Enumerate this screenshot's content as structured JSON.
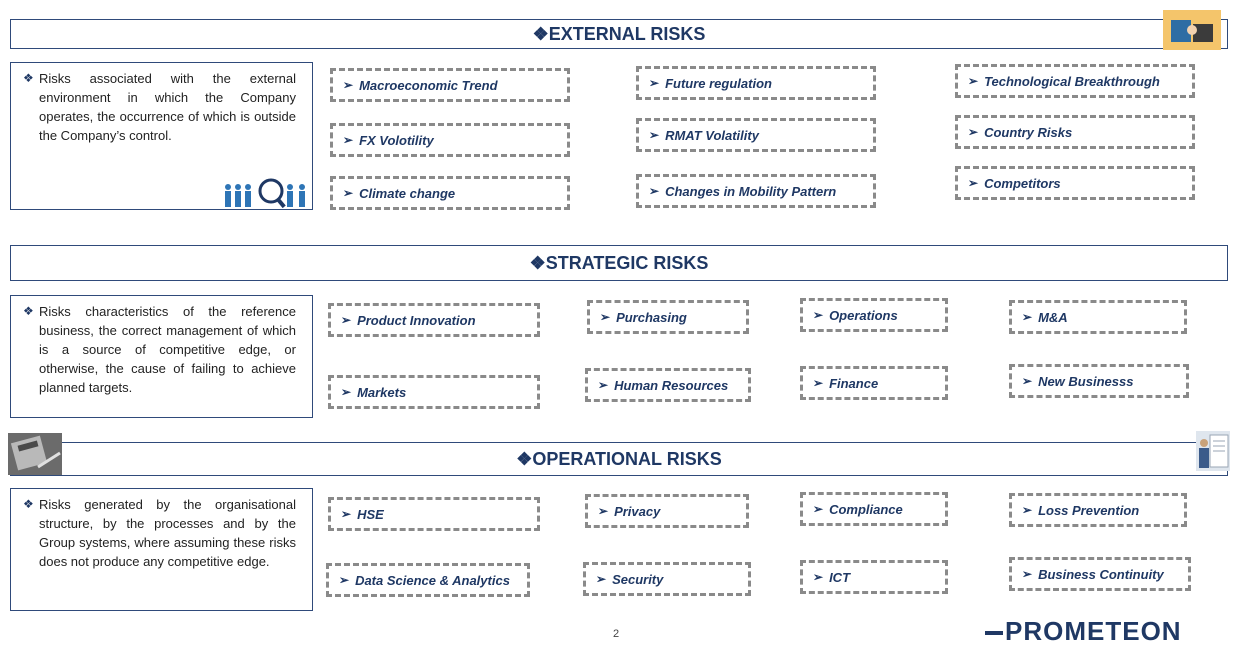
{
  "sections": {
    "external": {
      "title": "❖EXTERNAL RISKS",
      "description": "Risks associated with the external environment in which the Company operates, the occurrence of which is outside the Company’s control.",
      "items": [
        "Macroeconomic Trend",
        "Future regulation",
        "Technological Breakthrough",
        "FX Volotility",
        "RMAT Volatility",
        "Country Risks",
        "Climate change",
        "Changes in Mobility Pattern",
        "Competitors"
      ]
    },
    "strategic": {
      "title": "❖STRATEGIC RISKS",
      "description": "Risks characteristics of the reference business, the correct management of which is a source of competitive edge, or otherwise, the cause of failing to achieve planned targets.",
      "items": [
        "Product Innovation",
        "Purchasing",
        "Operations",
        "M&A",
        "Markets",
        "Human Resources",
        "Finance",
        "New Businesss"
      ]
    },
    "operational": {
      "title": "❖OPERATIONAL  RISKS",
      "description": "Risks generated by the organisational structure, by the processes and by the Group systems, where assuming these risks does not produce any competitive edge.",
      "items": [
        "HSE",
        "Privacy",
        "Compliance",
        "Loss Prevention",
        "Data Science & Analytics",
        "Security",
        "ICT",
        "Business Continuity"
      ]
    }
  },
  "bullet_symbol": "❖",
  "arrow_symbol": "➢",
  "page_number": "2",
  "logo_text": "PROMETEON",
  "icons": [
    "handshake-icon",
    "magnifier-people-icon",
    "calculator-icon",
    "document-person-icon"
  ]
}
